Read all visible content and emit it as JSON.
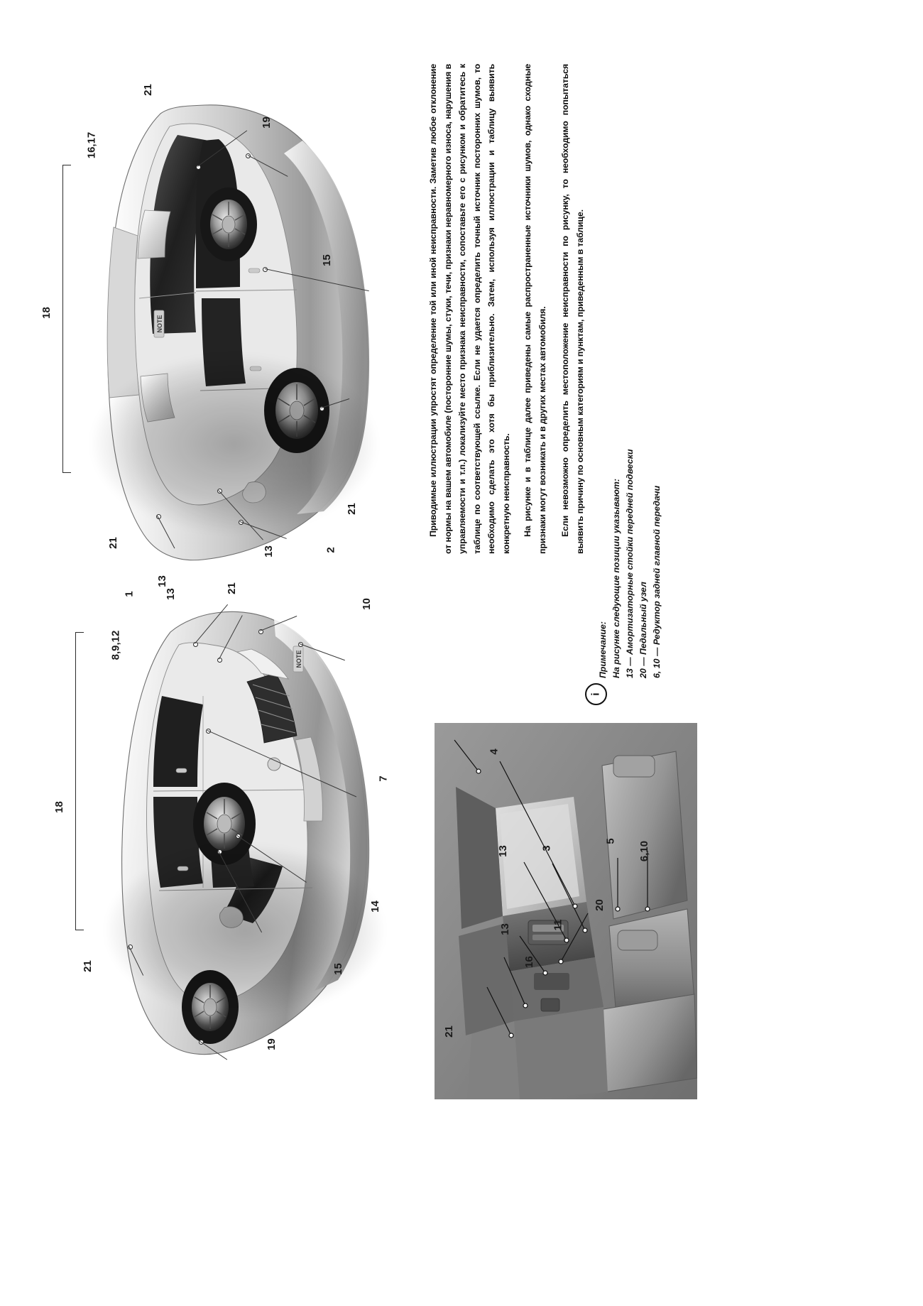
{
  "page": {
    "language": "ru",
    "orientation": "text-rotated-90ccw",
    "background": "#ffffff"
  },
  "body_text": {
    "paragraph_1": "Приводимые иллюстрации упростят определение той или иной неисправности. Заметив любое отклонение от нормы на вашем автомобиле (посторонние шумы, стуки, течи, признаки неравномерного износа, нарушения в управляемости и т.п.) локализуйте место признака неисправности, сопоставьте его с рисунком и обратитесь к таблице по соответствующей ссылке. Если не удается определить точный источник посторонних шумов, то необходимо сделать это хотя бы приблизительно. Затем, используя иллюстрации и таблицу выявить конкретную неисправность.",
    "paragraph_2": "На рисунке и в таблице далее приведены самые распространенные источники шумов, однако сходные признаки могут возникать и в других местах автомобиля.",
    "paragraph_3": "Если невозможно определить местоположение неисправности по рисунку, то необходимо попытаться выявить причину по основным категориям и пунктам, приведенным в таблице."
  },
  "note": {
    "icon_label": "i",
    "icon_name": "note-info-icon",
    "title": "Примечание:",
    "lead": "На рисунке следующие позиции указывают:",
    "items": [
      "13 — Амортизаторные стойки передней подвески",
      "20 — Педальный узел",
      "6, 10 — Редуктор задней главной передачи"
    ]
  },
  "figures": {
    "car_top": {
      "name": "Автомобиль, вид сзади-сбоку",
      "badge": "NOTE",
      "callouts": [
        "21",
        "16,17",
        "19",
        "18",
        "15",
        "21",
        "21",
        "13",
        "2"
      ]
    },
    "car_bottom": {
      "name": "Автомобиль, вид спереди-сбоку",
      "badge": "NOTE",
      "callouts": [
        "13",
        "1",
        "13",
        "21",
        "8,9,12",
        "10",
        "18",
        "7",
        "14",
        "21",
        "15",
        "19"
      ]
    },
    "interior_photo": {
      "name": "Салон автомобиля",
      "callouts": [
        "4",
        "13",
        "3",
        "5",
        "6,10",
        "20",
        "11",
        "13",
        "16",
        "21"
      ]
    }
  },
  "callout_numbers": {
    "c1": "1",
    "c2": "2",
    "c3": "3",
    "c4": "4",
    "c5": "5",
    "c7": "7",
    "c10": "10",
    "c11": "11",
    "c13": "13",
    "c14": "14",
    "c15": "15",
    "c16": "16",
    "c18": "18",
    "c19": "19",
    "c20": "20",
    "c21": "21",
    "c1617": "16,17",
    "c8912": "8,9,12",
    "c610": "6,10"
  },
  "colors": {
    "ink": "#111111",
    "line": "#2b2b2b",
    "body_light": "#f2f2f2",
    "body_mid": "#bdbdbd",
    "body_dark": "#6e6e6e",
    "glass": "#2a2a2a",
    "tire": "#1d1d1d",
    "photo_bg": "#8f8f8f"
  }
}
